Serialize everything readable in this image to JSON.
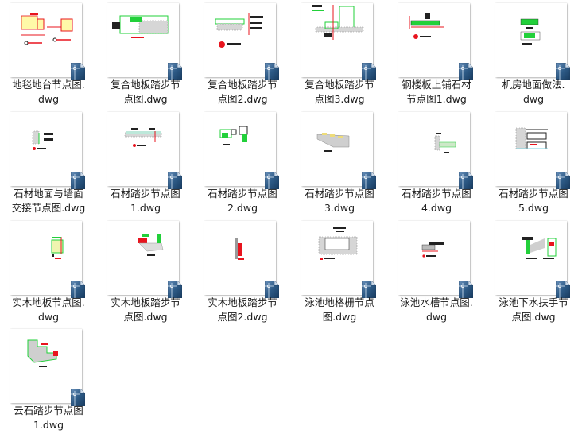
{
  "view": "large-icons",
  "file_type_icon": "autocad-dwg-icon",
  "colors": {
    "background": "#ffffff",
    "text": "#1a1a1a",
    "cad_red": "#e8141e",
    "cad_green": "#22d03a",
    "cad_yellow": "#fff9a8",
    "badge_blue": "#2d5a86"
  },
  "files": [
    {
      "name": "地毯地台节点图.dwg",
      "line1": "地毯地台节点图.",
      "line2": "dwg",
      "thumb": "carpet-platform"
    },
    {
      "name": "复合地板踏步节点图.dwg",
      "line1": "复合地板踏步节",
      "line2": "点图.dwg",
      "thumb": "steps-green"
    },
    {
      "name": "复合地板踏步节点图2.dwg",
      "line1": "复合地板踏步节",
      "line2": "点图2.dwg",
      "thumb": "section-a"
    },
    {
      "name": "复合地板踏步节点图3.dwg",
      "line1": "复合地板踏步节",
      "line2": "点图3.dwg",
      "thumb": "steps-tall"
    },
    {
      "name": "钢楼板上铺石材节点图1.dwg",
      "line1": "钢楼板上铺石材",
      "line2": "节点图1.dwg",
      "thumb": "steel-slab"
    },
    {
      "name": "机房地面做法.dwg",
      "line1": "机房地面做法.",
      "line2": "dwg",
      "thumb": "machine-room"
    },
    {
      "name": "石材地面与墙面交接节点图.dwg",
      "line1": "石材地面与墙面",
      "line2": "交接节点图.dwg",
      "thumb": "wall-junction"
    },
    {
      "name": "石材踏步节点图1.dwg",
      "line1": "石材踏步节点图",
      "line2": "1.dwg",
      "thumb": "stone-step-1"
    },
    {
      "name": "石材踏步节点图2.dwg",
      "line1": "石材踏步节点图",
      "line2": "2.dwg",
      "thumb": "stone-step-2"
    },
    {
      "name": "石材踏步节点图3.dwg",
      "line1": "石材踏步节点图",
      "line2": "3.dwg",
      "thumb": "stone-step-3"
    },
    {
      "name": "石材踏步节点图4.dwg",
      "line1": "石材踏步节点图",
      "line2": "4.dwg",
      "thumb": "stone-step-4"
    },
    {
      "name": "石材踏步节点图5.dwg",
      "line1": "石材踏步节点图",
      "line2": "5.dwg",
      "thumb": "stone-step-5"
    },
    {
      "name": "实木地板节点图.dwg",
      "line1": "实木地板节点图.",
      "line2": "dwg",
      "thumb": "wood-floor"
    },
    {
      "name": "实木地板踏步节点图.dwg",
      "line1": "实木地板踏步节",
      "line2": "点图.dwg",
      "thumb": "wood-step"
    },
    {
      "name": "实木地板踏步节点图2.dwg",
      "line1": "实木地板踏步节",
      "line2": "点图2.dwg",
      "thumb": "wood-step-2"
    },
    {
      "name": "泳池地格栅节点图.dwg",
      "line1": "泳池地格栅节点",
      "line2": "图.dwg",
      "thumb": "pool-grate"
    },
    {
      "name": "泳池水槽节点图.dwg",
      "line1": "泳池水槽节点图.",
      "line2": "dwg",
      "thumb": "pool-gutter"
    },
    {
      "name": "泳池下水扶手节点图.dwg",
      "line1": "泳池下水扶手节",
      "line2": "点图.dwg",
      "thumb": "pool-handrail"
    },
    {
      "name": "云石踏步节点图1.dwg",
      "line1": "云石踏步节点图",
      "line2": "1.dwg",
      "thumb": "marble-step"
    }
  ]
}
